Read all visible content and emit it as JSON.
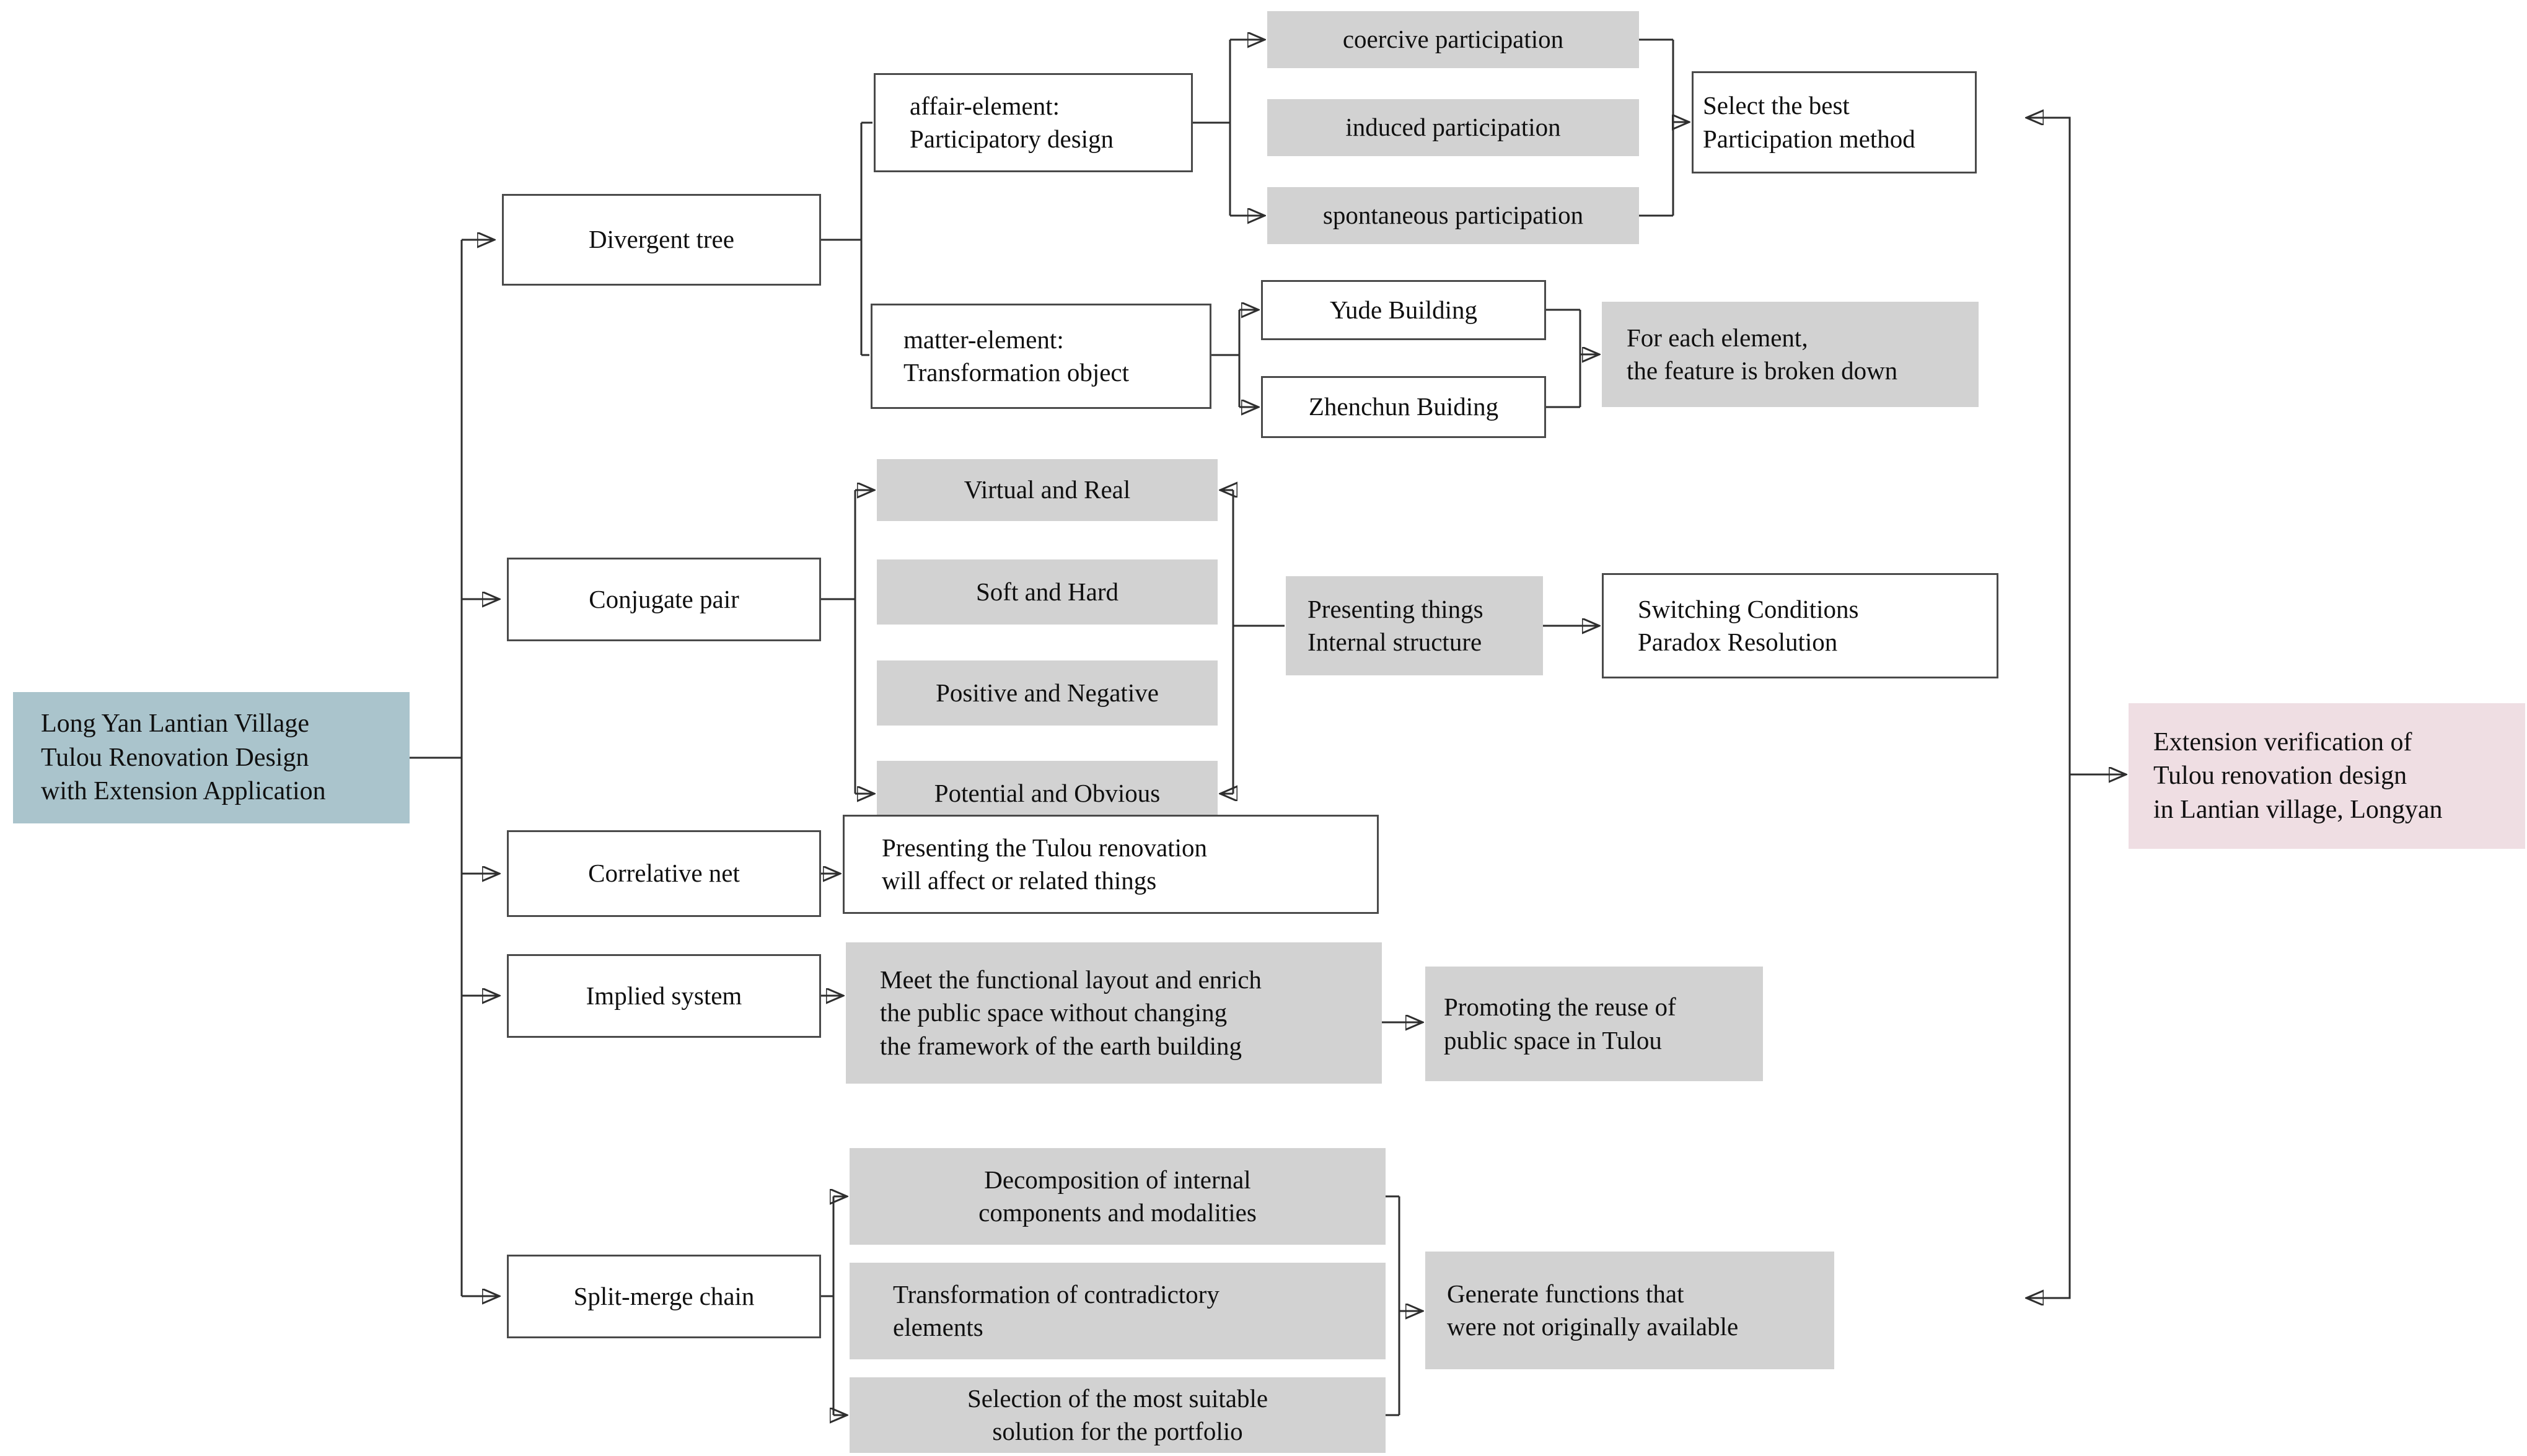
{
  "colors": {
    "line": "#2e2e2e",
    "border": "#4a4a4a",
    "gray_box": "#d2d2d2",
    "root_box_blue": "#aac4cc",
    "result_box_pink": "#efdee3"
  },
  "nodes": {
    "root": {
      "label": "Long Yan Lantian Village\nTulou Renovation Design\nwith Extension Application"
    },
    "divergent": {
      "label": "Divergent tree"
    },
    "conjugate": {
      "label": "Conjugate pair"
    },
    "correlative": {
      "label": "Correlative net"
    },
    "implied": {
      "label": "Implied system"
    },
    "splitmerge": {
      "label": "Split-merge chain"
    },
    "affair": {
      "label": "affair-element:\nParticipatory design"
    },
    "matter": {
      "label": "matter-element:\nTransformation object"
    },
    "coercive": {
      "label": "coercive participation"
    },
    "induced": {
      "label": "induced participation"
    },
    "spontaneous": {
      "label": "spontaneous participation"
    },
    "selectbest": {
      "label": "Select the best\nParticipation method"
    },
    "yude": {
      "label": "Yude Building"
    },
    "zhenchun": {
      "label": "Zhenchun Buiding"
    },
    "foreach": {
      "label": "For each element,\nthe feature is broken down"
    },
    "virtual": {
      "label": "Virtual and Real"
    },
    "soft": {
      "label": "Soft and Hard"
    },
    "positive": {
      "label": "Positive and Negative"
    },
    "potential": {
      "label": "Potential and Obvious"
    },
    "presenting_internal": {
      "label": "Presenting things\nInternal structure"
    },
    "switching": {
      "label": "Switching Conditions\nParadox Resolution"
    },
    "presenting_tulou": {
      "label": "Presenting the Tulou renovation\nwill affect or related things"
    },
    "meet": {
      "label": "Meet the functional layout and enrich\nthe public space without changing\nthe framework of the earth building"
    },
    "promoting": {
      "label": "Promoting the reuse of\npublic space in Tulou"
    },
    "decomposition": {
      "label": "Decomposition of internal\ncomponents and modalities"
    },
    "transformation": {
      "label": "Transformation of contradictory\nelements"
    },
    "selection": {
      "label": "Selection of the most suitable\nsolution for the portfolio"
    },
    "generate": {
      "label": "Generate functions that\nwere not originally available"
    },
    "verification": {
      "label": "Extension verification of\nTulou renovation design\nin Lantian village, Longyan"
    }
  },
  "edges": [
    "root->divergent",
    "root->conjugate",
    "root->correlative",
    "root->implied",
    "root->splitmerge",
    "divergent->affair",
    "divergent->matter",
    "affair->coercive",
    "affair->spontaneous",
    "coercive+induced+spontaneous->selectbest",
    "matter->yude",
    "matter->zhenchun",
    "yude+zhenchun->foreach",
    "conjugate->virtual",
    "conjugate->potential",
    "virtual+soft+positive+potential->presenting_internal",
    "presenting_internal->switching",
    "correlative->presenting_tulou",
    "implied->meet",
    "meet->promoting",
    "splitmerge->decomposition",
    "splitmerge->selection",
    "decomposition+transformation+selection->generate",
    "verification->selectbest",
    "verification->generate",
    "verification<-results"
  ]
}
